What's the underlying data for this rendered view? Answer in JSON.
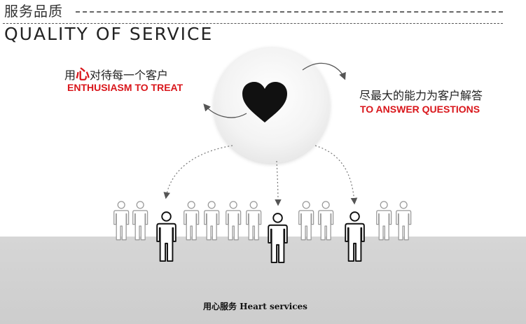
{
  "header": {
    "cn_title": "服务品质",
    "en_title": "QUALITY OF SERVICE"
  },
  "left": {
    "cn_prefix": "用",
    "cn_highlight": "心",
    "cn_suffix": "对待每一个客户",
    "en": "ENTHUSIASM TO TREAT"
  },
  "right": {
    "cn": "尽最大的能力为客户解答",
    "en": "TO ANSWER QUESTIONS"
  },
  "footer": {
    "caption": "用心服务 Heart services"
  },
  "icons": {
    "center": "heart-icon",
    "people": "person-icon"
  },
  "colors": {
    "accent_red": "#d9161b",
    "heart": "#111111",
    "floor": "#d2d2d2"
  }
}
